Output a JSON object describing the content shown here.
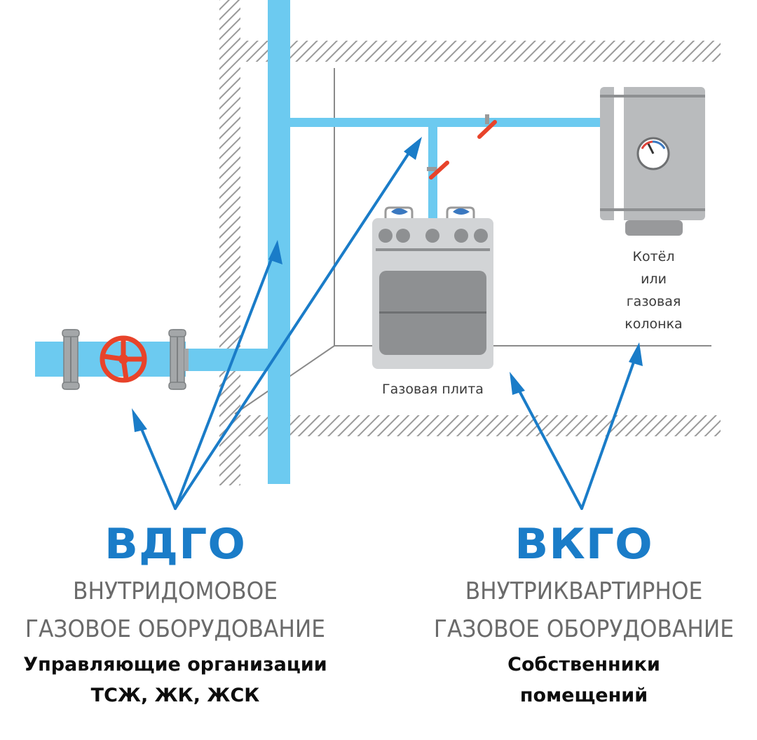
{
  "colors": {
    "pipe": "#6ccaf0",
    "arrow": "#1a7cc8",
    "valve": "#e8432a",
    "hatch": "#9a9a9a",
    "appliance_light": "#d2d4d6",
    "appliance_dark": "#8e9092",
    "room_line": "#8a8a8a"
  },
  "appliances": {
    "stove_label": "Газовая плита",
    "boiler_label_lines": [
      "Котёл",
      "или",
      "газовая",
      "колонка"
    ]
  },
  "icons": {
    "main_valve": "valve-wheel-icon",
    "stove": "gas-stove-icon",
    "boiler": "boiler-icon",
    "gauge": "pressure-gauge-icon",
    "shutoff": "shutoff-valve-icon",
    "arrow": "arrow-icon"
  },
  "sections": [
    {
      "abbr": "ВДГО",
      "full_name_lines": [
        "ВНУТРИДОМОВОЕ",
        "ГАЗОВОЕ ОБОРУДОВАНИЕ"
      ],
      "responsible_lines": [
        "Управляющие организации",
        "ТСЖ, ЖК, ЖСК"
      ]
    },
    {
      "abbr": "ВКГО",
      "full_name_lines": [
        "ВНУТРИКВАРТИРНОЕ",
        "ГАЗОВОЕ ОБОРУДОВАНИЕ"
      ],
      "responsible_lines": [
        "Собственники",
        "помещений"
      ]
    }
  ]
}
